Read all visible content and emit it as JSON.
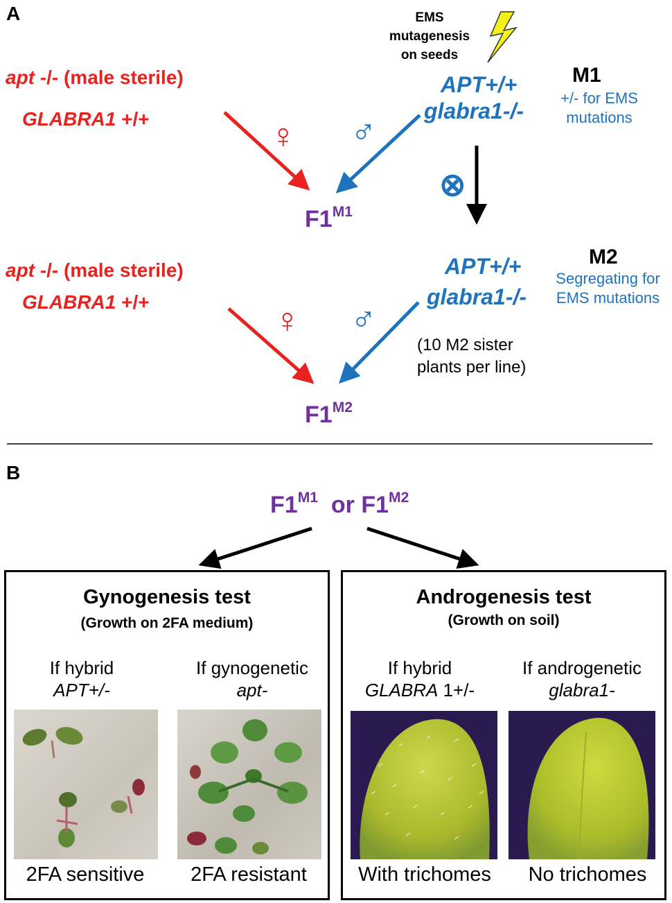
{
  "panel_a": {
    "label": "A",
    "ems": {
      "line1": "EMS",
      "line2": "mutagenesis",
      "line3": "on seeds"
    },
    "m1": {
      "female_line1_it": "apt",
      "female_line1_rest": " -/- (male sterile)",
      "female_line2_it": "GLABRA1",
      "female_line2_rest": " +/+",
      "male_line1": "APT+/+",
      "male_line2": "glabra1-/-",
      "gen_label": "M1",
      "gen_note1": "+/- for EMS",
      "gen_note2": "mutations",
      "female_symbol": "♀",
      "male_symbol": "♂",
      "offspring": "F1",
      "offspring_sup": "M1",
      "self_symbol": "⊗"
    },
    "m2": {
      "female_line1_it": "apt",
      "female_line1_rest": " -/- (male sterile)",
      "female_line2_it": "GLABRA1",
      "female_line2_rest": " +/+",
      "male_line1": "APT+/+",
      "male_line2": "glabra1-/-",
      "gen_label": "M2",
      "gen_note1": "Segregating for",
      "gen_note2": "EMS mutations",
      "sister_note1": "(10 M2 sister",
      "sister_note2": "plants per line)",
      "female_symbol": "♀",
      "male_symbol": "♂",
      "offspring": "F1",
      "offspring_sup": "M2"
    }
  },
  "panel_b": {
    "label": "B",
    "top_a": "F1",
    "top_a_sup": "M1",
    "top_or": "or",
    "top_b": "F1",
    "top_b_sup": "M2",
    "gyno": {
      "title": "Gynogenesis test",
      "subtitle": "(Growth on 2FA medium)",
      "left_line1": "If hybrid",
      "left_line2": "APT+/-",
      "right_line1": "If gynogenetic",
      "right_line2": "apt-",
      "left_caption": "2FA sensitive",
      "right_caption": "2FA resistant"
    },
    "andro": {
      "title": "Androgenesis test",
      "subtitle": "(Growth on soil)",
      "left_line1": "If hybrid",
      "left_line2_it": "GLABRA",
      "left_line2_rest": " 1+/-",
      "right_line1": "If androgenetic",
      "right_line2": "glabra1-",
      "left_caption": "With trichomes",
      "right_caption": "No trichomes"
    }
  },
  "colors": {
    "female": "#e8221f",
    "male": "#1f73bd",
    "offspring": "#7030a0",
    "lightning": "#f2f21a",
    "leaf_background": "#2b1a4f",
    "leaf": "#b8c430"
  }
}
